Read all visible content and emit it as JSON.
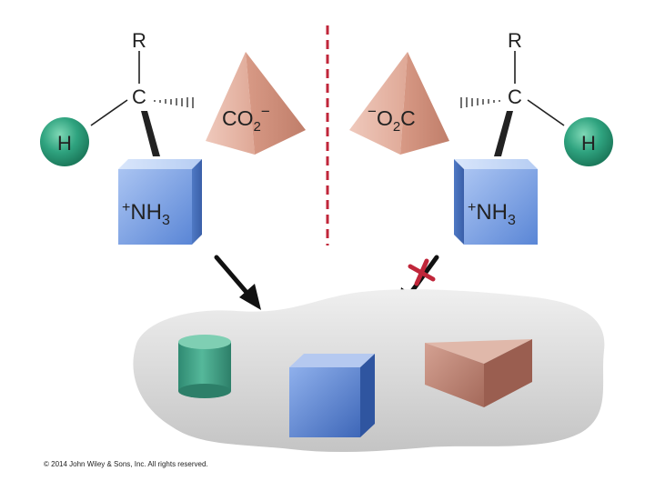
{
  "left_molecule": {
    "r_label": "R",
    "c_label": "C",
    "h_label": "H",
    "carboxylate": {
      "main": "CO",
      "sub": "2",
      "sup": "−"
    },
    "ammonium": {
      "sup": "+",
      "main": "NH",
      "sub": "3"
    }
  },
  "right_molecule": {
    "r_label": "R",
    "c_label": "C",
    "h_label": "H",
    "carboxylate": {
      "sup": "−",
      "main": "O",
      "sub": "2",
      "tail": "C"
    },
    "ammonium": {
      "sup": "+",
      "main": "NH",
      "sub": "3"
    }
  },
  "binding_site": {
    "shapes": [
      "cylinder-pocket",
      "cube-pocket",
      "wedge-pocket"
    ]
  },
  "arrows": {
    "left": {
      "blocked": false
    },
    "right": {
      "blocked": true
    }
  },
  "colors": {
    "sphere": "#2fa37f",
    "cube": "#5b86d6",
    "pyramid": "#d79a88",
    "cylinder": "#3f9f86",
    "wedge": "#b67762",
    "blocked_mark": "#c0263a",
    "divider": "#c0263a",
    "site": "#d9d9d9"
  },
  "copyright": "© 2014 John Wiley & Sons, Inc. All rights reserved."
}
